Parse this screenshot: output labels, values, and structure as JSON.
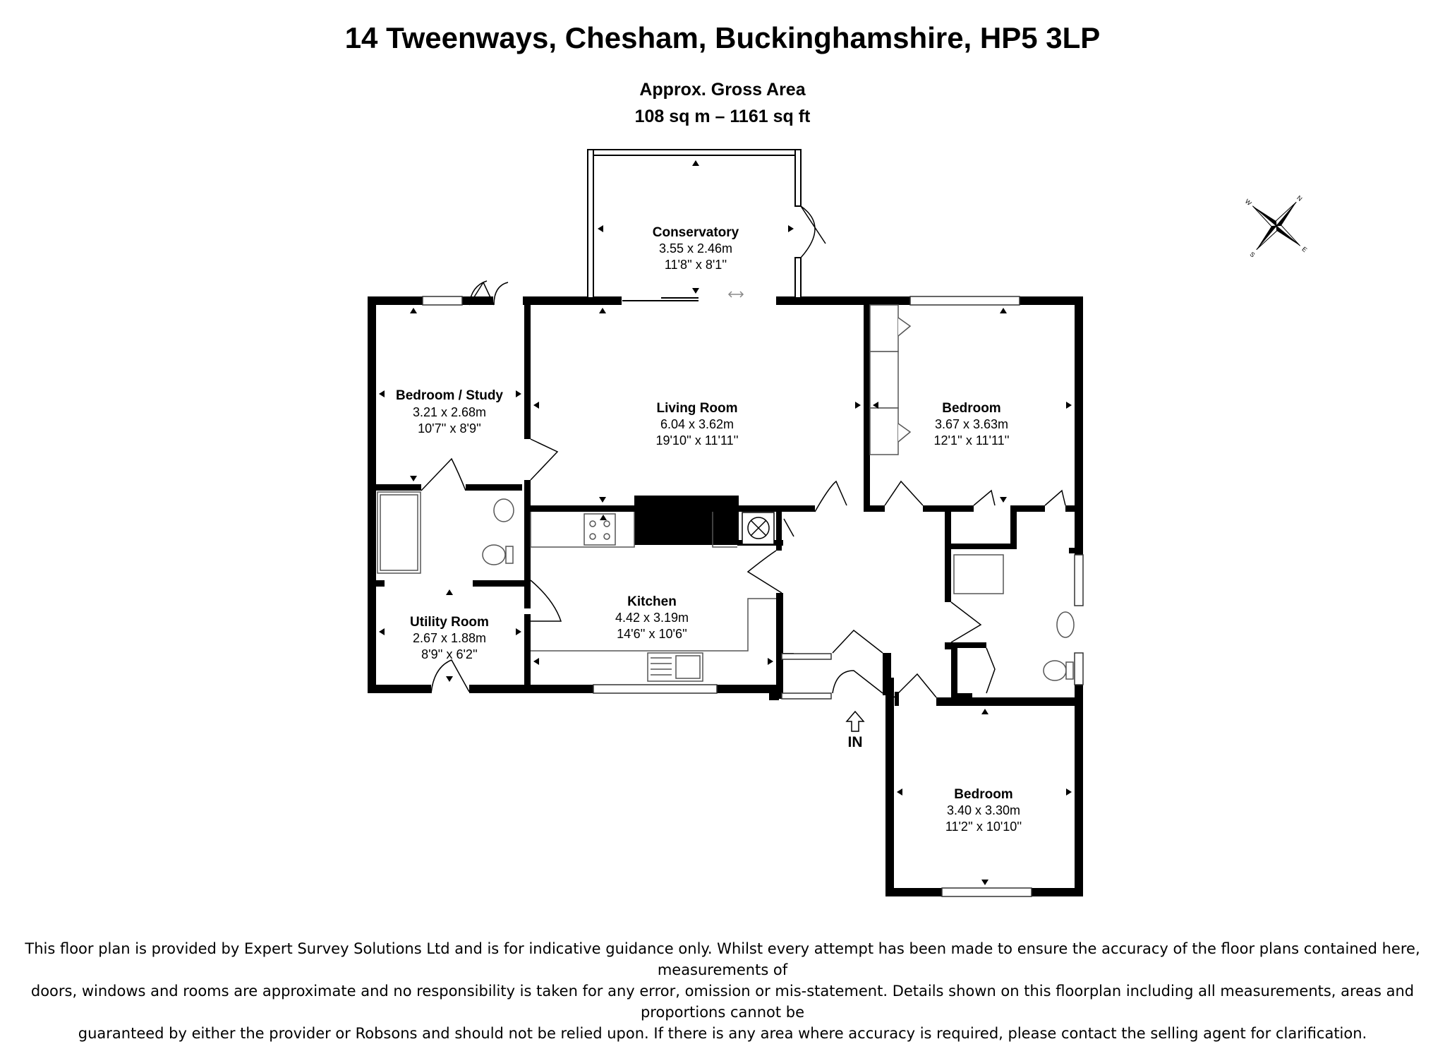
{
  "header": {
    "address": "14 Tweenways, Chesham, Buckinghamshire, HP5 3LP",
    "area_label": "Approx. Gross Area",
    "area_value": "108 sq m – 1161 sq ft"
  },
  "rooms": {
    "conservatory": {
      "name": "Conservatory",
      "metric": "3.55 x 2.46m",
      "imperial": "11'8'' x 8'1''"
    },
    "bedroom_study": {
      "name": "Bedroom / Study",
      "metric": "3.21 x 2.68m",
      "imperial": "10'7'' x 8'9''"
    },
    "living_room": {
      "name": "Living Room",
      "metric": "6.04 x 3.62m",
      "imperial": "19'10'' x 11'11''"
    },
    "bedroom_1": {
      "name": "Bedroom",
      "metric": "3.67 x 3.63m",
      "imperial": "12'1'' x 11'11''"
    },
    "kitchen": {
      "name": "Kitchen",
      "metric": "4.42 x 3.19m",
      "imperial": "14'6'' x 10'6''"
    },
    "utility_room": {
      "name": "Utility Room",
      "metric": "2.67 x 1.88m",
      "imperial": "8'9'' x 6'2''"
    },
    "bedroom_2": {
      "name": "Bedroom",
      "metric": "3.40 x 3.30m",
      "imperial": "11'2'' x 10'10''"
    }
  },
  "entrance": {
    "label": "IN"
  },
  "compass": {
    "icon": "compass-rose-icon",
    "letters": [
      "S",
      "W",
      "N",
      "E"
    ]
  },
  "disclaimer": {
    "line1": "This floor plan is provided by Expert Survey Solutions Ltd and is for indicative guidance only. Whilst every attempt has been made to ensure the accuracy of the floor plans contained here, measurements of",
    "line2": "doors, windows and rooms are approximate and no responsibility is taken for any error, omission or mis-statement. Details shown on this floorplan including all measurements, areas and proportions cannot be",
    "line3": "guaranteed by either the provider or Robsons and should not be relied upon.  If there is any area where accuracy is required, please contact the selling agent for clarification."
  },
  "colors": {
    "wall": "#000000",
    "window": "#9a9a9a",
    "background": "#ffffff"
  }
}
